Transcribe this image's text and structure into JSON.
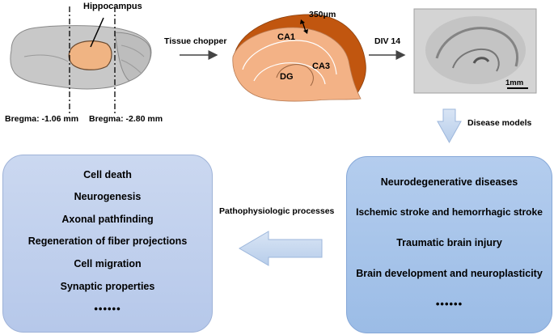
{
  "labels": {
    "hippocampus": "Hippocampus",
    "bregma_1": "Bregma: -1.06 mm",
    "bregma_2": "Bregma: -2.80 mm",
    "tissue_chopper": "Tissue chopper",
    "thickness": "350μm",
    "ca1": "CA1",
    "ca3": "CA3",
    "dg": "DG",
    "div": "DIV 14",
    "scale_bar": "1mm",
    "disease_models": "Disease models",
    "pathophysiologic": "Pathophysiologic processes"
  },
  "left_box": {
    "items": [
      "Cell death",
      "Neurogenesis",
      "Axonal pathfinding",
      "Regeneration of fiber projections",
      "Cell migration",
      "Synaptic properties",
      "••••••"
    ]
  },
  "right_box": {
    "items": [
      "Neurodegenerative diseases",
      "Ischemic stroke and hemorrhagic stroke",
      "Traumatic brain injury",
      "Brain development and neuroplasticity",
      "••••••"
    ]
  },
  "colors": {
    "brain_gray": "#c8c8c8",
    "hippocampus_orange": "#f0b483",
    "slice_orange": "#f3b286",
    "ca1_dark": "#c1560f",
    "left_box": "#c3d3ee",
    "right_box": "#a7c4ea",
    "arrow_fill": "#c6d9f1"
  }
}
